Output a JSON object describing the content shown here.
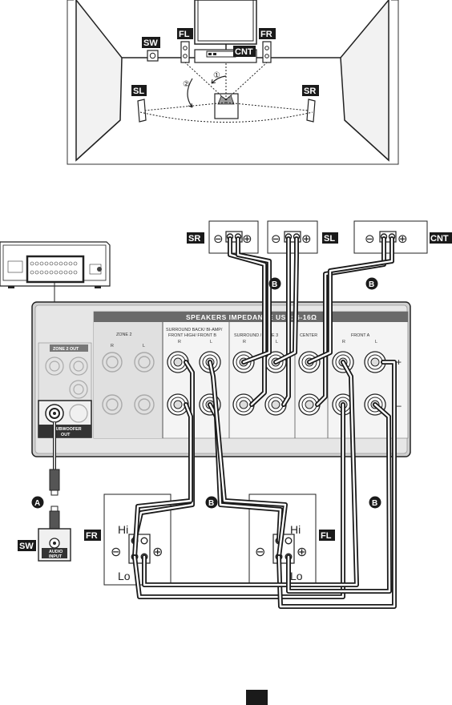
{
  "room": {
    "sw": "SW",
    "fl": "FL",
    "fr": "FR",
    "cnt": "CNT",
    "sl": "SL",
    "sr": "SR",
    "angle1": "①",
    "angle2": "②"
  },
  "speaker_tags": {
    "sr": "SR",
    "sl": "SL",
    "cnt": "CNT",
    "fr": "FR",
    "fl": "FL",
    "sw": "SW"
  },
  "cable_badges": {
    "a": "A",
    "b": "B"
  },
  "panel": {
    "speakers_header": "SPEAKERS   IMPEDANCE USE: 6-16Ω",
    "zone2": "ZONE 2",
    "surround_back": [
      "SURROUND BACK/ BI-AMP/",
      "FRONT HIGH/ FRONT B"
    ],
    "surround_zone3": "SURROUND / ZONE 3",
    "center": "CENTER",
    "front_a": "FRONT A",
    "ch_r": "R",
    "ch_l": "L",
    "zone2_out": "ZONE 2 OUT",
    "subwoofer_out": [
      "SUBWOOFER",
      "OUT"
    ],
    "plus": "+",
    "minus": "–"
  },
  "subwoofer": {
    "audio_input": [
      "AUDIO",
      "INPUT"
    ]
  },
  "front_speakers": {
    "hi": "Hi",
    "lo": "Lo",
    "minus": "⊖",
    "plus": "⊕"
  },
  "top_speakers": {
    "minus": "⊖",
    "plus": "⊕"
  }
}
